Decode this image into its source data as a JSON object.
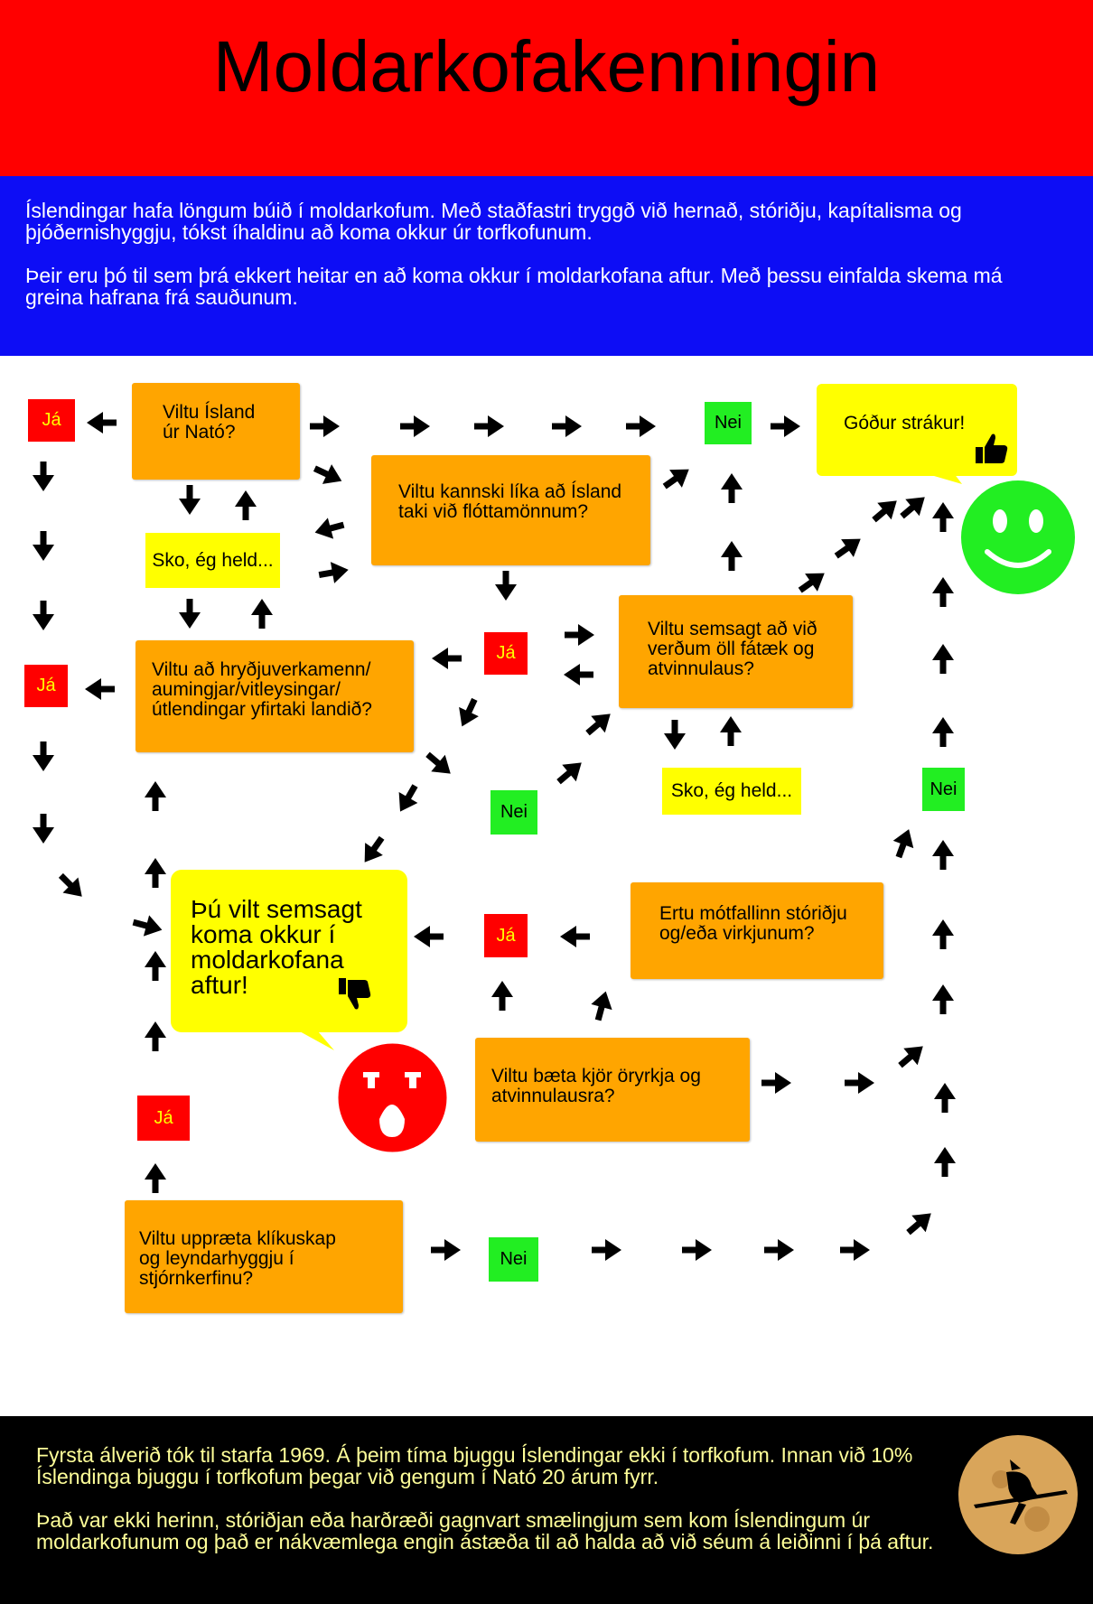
{
  "title": "Moldarkofakenningin",
  "intro": {
    "p1": "Íslendingar hafa löngum búið í moldarkofum. Með staðfastri tryggð við hernað, stóriðju, kapítalisma og þjóðernishyggju, tókst íhaldinu að koma okkur úr torfkofunum.",
    "p2": "Þeir eru þó til sem þrá ekkert heitar en að koma okkur í moldarkofana aftur. Með þessu einfalda skema má greina hafrana frá sauðunum."
  },
  "questions": {
    "q1": "Viltu Ísland úr Nató?",
    "q2": "Viltu kannski líka að Ísland taki við flóttamönnum?",
    "q3": "Viltu að hryðjuverkamenn/ aumingjar/vitleysingar/ útlendingar yfirtaki landið?",
    "q4": "Viltu semsagt að við verðum öll fátæk og atvinnulaus?",
    "q5": "Ertu mótfallinn stóriðju og/eða virkjunum?",
    "q6": "Viltu bæta kjör öryrkja og atvinnulausra?",
    "q7": "Viltu uppræta klíkuskap og leyndarhyggju í stjórnkerfinu?"
  },
  "answers": {
    "ja": "Já",
    "nei": "Nei",
    "sko": "Sko, ég held..."
  },
  "outcomes": {
    "good": "Góður strákur!",
    "bad": "Þú vilt semsagt koma okkur í moldarkofana aftur!"
  },
  "footer": {
    "p1": "Fyrsta álverið tók til starfa 1969. Á þeim tíma bjuggu Íslendingar ekki í torfkofum. Innan við 10% Íslendinga bjuggu í torfkofum þegar við gengum í Nató 20 árum fyrr.",
    "p2": "Það var ekki herinn, stóriðjan eða harðræði gagnvart smælingjum sem kom Íslendingum úr moldarkofunum og það er nákvæmlega engin ástæða til að halda að við séum á leiðinni í þá aftur."
  },
  "colors": {
    "header": "#ff0000",
    "intro_bg": "#0d0df5",
    "question_box": "#ffa500",
    "ja_tag": "#ff0000",
    "nei_tag": "#22ee22",
    "sko_tag": "#ffff00",
    "speech_bubble": "#ffff00",
    "happy_face": "#22ee22",
    "shocked_face": "#ff0000",
    "footer_bg": "#000000",
    "footer_text": "#ffff99"
  },
  "icons": [
    "thumbs-up-icon",
    "thumbs-down-icon",
    "smiley-face-icon",
    "shocked-face-icon",
    "witch-moon-icon",
    "arrow-icon"
  ]
}
